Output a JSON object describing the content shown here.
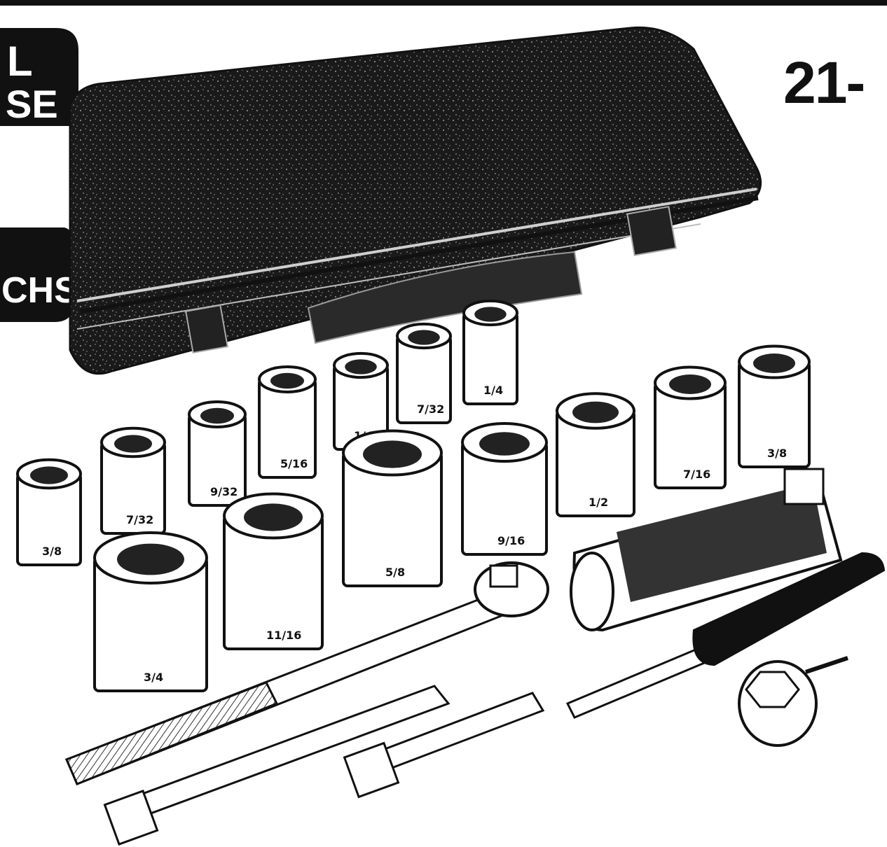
{
  "title_fragment": "21-",
  "badge_top": {
    "line1": "L",
    "line2": "SE"
  },
  "badge_mid": {
    "text": "CHS"
  },
  "sockets": [
    "3/8",
    "7/32",
    "9/32",
    "5/16",
    "1/4",
    "7/32",
    "1/4",
    "3/4",
    "11/16",
    "5/8",
    "9/16",
    "1/2",
    "7/16",
    "3/8"
  ],
  "colors": {
    "ink": "#111111",
    "paper": "#ffffff",
    "case": "#1c1c1c"
  }
}
